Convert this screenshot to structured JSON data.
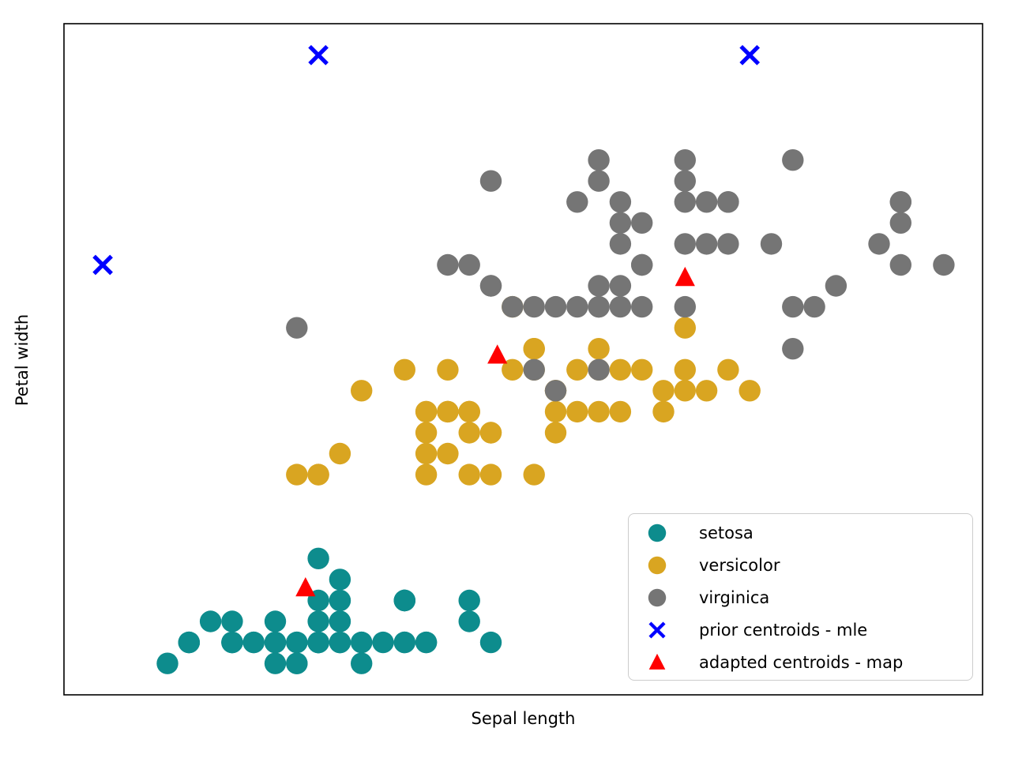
{
  "chart_data": {
    "type": "scatter",
    "title": "",
    "xlabel": "Sepal length",
    "ylabel": "Petal width",
    "xlim": [
      3.82,
      8.08
    ],
    "ylim": [
      -0.05,
      3.15
    ],
    "grid": false,
    "ticks_visible": false,
    "legend": {
      "position": "lower right",
      "border_color": "#cccccc"
    },
    "series": [
      {
        "name": "setosa",
        "marker": "circle",
        "color": "#0d8c8d",
        "points": [
          [
            5.1,
            0.2
          ],
          [
            4.9,
            0.2
          ],
          [
            4.7,
            0.2
          ],
          [
            4.6,
            0.2
          ],
          [
            5.0,
            0.2
          ],
          [
            5.4,
            0.4
          ],
          [
            4.6,
            0.3
          ],
          [
            5.0,
            0.2
          ],
          [
            4.4,
            0.2
          ],
          [
            4.9,
            0.1
          ],
          [
            5.4,
            0.2
          ],
          [
            4.8,
            0.2
          ],
          [
            4.8,
            0.1
          ],
          [
            4.3,
            0.1
          ],
          [
            5.8,
            0.2
          ],
          [
            5.7,
            0.4
          ],
          [
            5.4,
            0.4
          ],
          [
            5.1,
            0.3
          ],
          [
            5.7,
            0.3
          ],
          [
            5.1,
            0.3
          ],
          [
            5.4,
            0.2
          ],
          [
            5.1,
            0.4
          ],
          [
            4.6,
            0.2
          ],
          [
            5.1,
            0.5
          ],
          [
            4.8,
            0.2
          ],
          [
            5.0,
            0.2
          ],
          [
            5.0,
            0.4
          ],
          [
            5.2,
            0.2
          ],
          [
            5.2,
            0.2
          ],
          [
            4.7,
            0.2
          ],
          [
            4.8,
            0.2
          ],
          [
            5.4,
            0.4
          ],
          [
            5.2,
            0.1
          ],
          [
            5.5,
            0.2
          ],
          [
            4.9,
            0.2
          ],
          [
            5.0,
            0.2
          ],
          [
            5.5,
            0.2
          ],
          [
            4.9,
            0.1
          ],
          [
            4.4,
            0.2
          ],
          [
            5.1,
            0.2
          ],
          [
            5.0,
            0.3
          ],
          [
            4.5,
            0.3
          ],
          [
            4.4,
            0.2
          ],
          [
            5.0,
            0.6
          ],
          [
            5.1,
            0.4
          ],
          [
            4.8,
            0.3
          ],
          [
            5.1,
            0.2
          ],
          [
            4.6,
            0.2
          ],
          [
            5.3,
            0.2
          ],
          [
            5.0,
            0.2
          ]
        ]
      },
      {
        "name": "versicolor",
        "marker": "circle",
        "color": "#d9a521",
        "points": [
          [
            7.0,
            1.4
          ],
          [
            6.4,
            1.5
          ],
          [
            6.9,
            1.5
          ],
          [
            5.5,
            1.3
          ],
          [
            6.5,
            1.5
          ],
          [
            5.7,
            1.3
          ],
          [
            6.3,
            1.6
          ],
          [
            4.9,
            1.0
          ],
          [
            6.6,
            1.3
          ],
          [
            5.2,
            1.4
          ],
          [
            5.0,
            1.0
          ],
          [
            5.9,
            1.5
          ],
          [
            6.0,
            1.0
          ],
          [
            6.1,
            1.4
          ],
          [
            5.6,
            1.3
          ],
          [
            6.7,
            1.4
          ],
          [
            5.6,
            1.5
          ],
          [
            5.8,
            1.0
          ],
          [
            6.2,
            1.5
          ],
          [
            5.6,
            1.1
          ],
          [
            5.9,
            1.8
          ],
          [
            6.1,
            1.3
          ],
          [
            6.3,
            1.5
          ],
          [
            6.1,
            1.2
          ],
          [
            6.4,
            1.3
          ],
          [
            6.6,
            1.4
          ],
          [
            6.8,
            1.4
          ],
          [
            6.7,
            1.7
          ],
          [
            6.0,
            1.5
          ],
          [
            5.7,
            1.0
          ],
          [
            5.5,
            1.1
          ],
          [
            5.5,
            1.0
          ],
          [
            5.8,
            1.2
          ],
          [
            6.0,
            1.6
          ],
          [
            5.4,
            1.5
          ],
          [
            6.0,
            1.6
          ],
          [
            6.7,
            1.5
          ],
          [
            6.3,
            1.3
          ],
          [
            5.6,
            1.3
          ],
          [
            5.5,
            1.3
          ],
          [
            5.5,
            1.2
          ],
          [
            6.1,
            1.4
          ],
          [
            5.8,
            1.2
          ],
          [
            5.0,
            1.0
          ],
          [
            5.6,
            1.3
          ],
          [
            5.7,
            1.2
          ],
          [
            5.7,
            1.3
          ],
          [
            6.2,
            1.3
          ],
          [
            5.1,
            1.1
          ],
          [
            5.7,
            1.3
          ]
        ]
      },
      {
        "name": "virginica",
        "marker": "circle",
        "color": "#757575",
        "points": [
          [
            6.3,
            2.5
          ],
          [
            5.8,
            1.9
          ],
          [
            7.1,
            2.1
          ],
          [
            6.3,
            1.8
          ],
          [
            6.5,
            2.2
          ],
          [
            7.6,
            2.1
          ],
          [
            4.9,
            1.7
          ],
          [
            7.3,
            1.8
          ],
          [
            6.7,
            1.8
          ],
          [
            7.2,
            2.5
          ],
          [
            6.5,
            2.0
          ],
          [
            6.4,
            1.9
          ],
          [
            6.8,
            2.1
          ],
          [
            5.7,
            2.0
          ],
          [
            5.8,
            2.4
          ],
          [
            6.4,
            2.3
          ],
          [
            6.5,
            1.8
          ],
          [
            7.7,
            2.2
          ],
          [
            7.7,
            2.3
          ],
          [
            6.0,
            1.5
          ],
          [
            6.9,
            2.3
          ],
          [
            5.6,
            2.0
          ],
          [
            7.7,
            2.0
          ],
          [
            6.3,
            1.8
          ],
          [
            6.7,
            2.1
          ],
          [
            7.2,
            1.8
          ],
          [
            6.2,
            1.8
          ],
          [
            6.1,
            1.8
          ],
          [
            6.4,
            2.1
          ],
          [
            7.2,
            1.6
          ],
          [
            7.4,
            1.9
          ],
          [
            7.9,
            2.0
          ],
          [
            6.4,
            2.2
          ],
          [
            6.3,
            1.5
          ],
          [
            6.1,
            1.4
          ],
          [
            7.7,
            2.3
          ],
          [
            6.3,
            2.4
          ],
          [
            6.4,
            1.8
          ],
          [
            6.0,
            1.8
          ],
          [
            6.9,
            2.1
          ],
          [
            6.7,
            2.4
          ],
          [
            6.9,
            2.3
          ],
          [
            5.8,
            1.9
          ],
          [
            6.8,
            2.3
          ],
          [
            6.7,
            2.5
          ],
          [
            6.7,
            2.3
          ],
          [
            6.3,
            1.9
          ],
          [
            6.5,
            2.0
          ],
          [
            6.2,
            2.3
          ],
          [
            5.9,
            1.8
          ]
        ]
      },
      {
        "name": "prior centroids - mle",
        "marker": "x",
        "color": "#0000ff",
        "points": [
          [
            5.0,
            3.0
          ],
          [
            4.0,
            2.0
          ],
          [
            7.0,
            3.0
          ]
        ]
      },
      {
        "name": "adapted centroids - map",
        "marker": "triangle",
        "color": "#ff0000",
        "points": [
          [
            4.94,
            0.46
          ],
          [
            5.83,
            1.57
          ],
          [
            6.7,
            1.94
          ]
        ]
      }
    ]
  }
}
